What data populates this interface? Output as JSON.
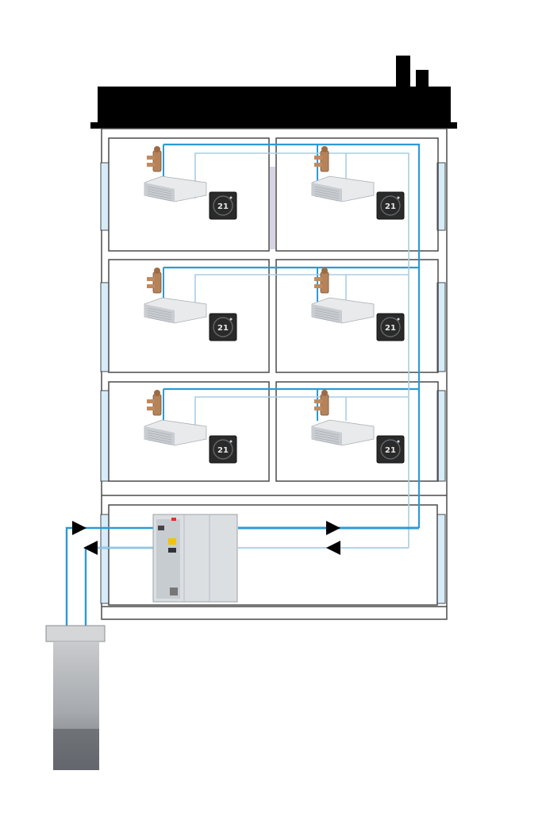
{
  "colors": {
    "roof": "#000000",
    "wall_stroke": "#4a4a4a",
    "window_fill": "#d6ecf8",
    "supply_pipe": "#2b9bd6",
    "return_pipe": "#a9cde4",
    "unit_body": "#e8eaec",
    "unit_shade": "#c9cdd1",
    "thermostat_body": "#2a2a2a",
    "heat_pump_body": "#dcdfe2",
    "well_dark": "#6f7378",
    "well_light": "#b9bcbf"
  },
  "rooms": [
    {
      "floor": 1,
      "side": "left",
      "thermostat_display": "21"
    },
    {
      "floor": 1,
      "side": "right",
      "thermostat_display": "21"
    },
    {
      "floor": 2,
      "side": "left",
      "thermostat_display": "21"
    },
    {
      "floor": 2,
      "side": "right",
      "thermostat_display": "21"
    },
    {
      "floor": 3,
      "side": "left",
      "thermostat_display": "21"
    },
    {
      "floor": 3,
      "side": "right",
      "thermostat_display": "21"
    }
  ],
  "icons": {
    "fan_coil": "fan-coil-unit-icon",
    "valve": "valve-icon",
    "thermostat": "thermostat-icon",
    "heat_pump": "heat-pump-icon",
    "well": "ground-well-icon",
    "arrow": "flow-arrow-icon"
  }
}
